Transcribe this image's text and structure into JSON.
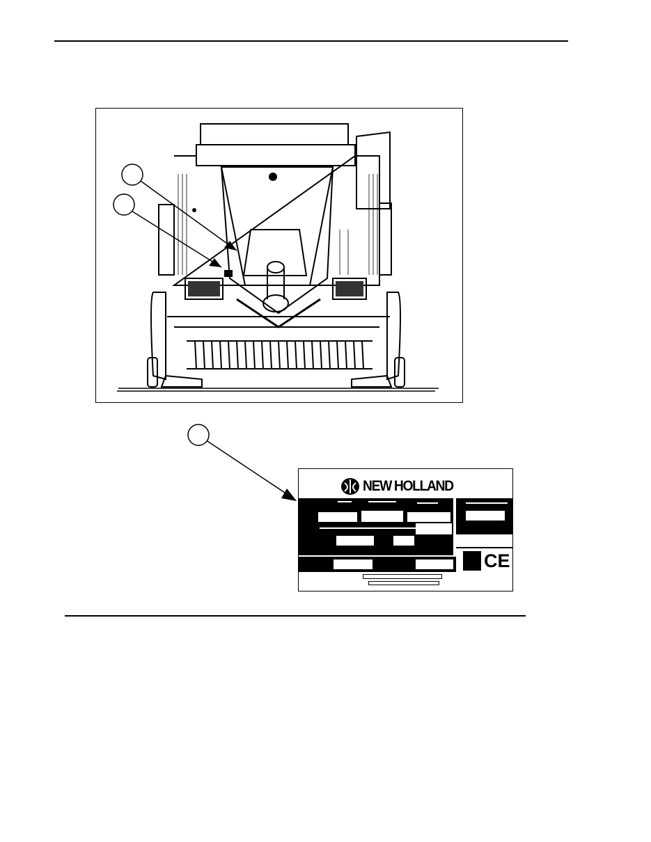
{
  "document": {
    "type": "operator manual page — identification plate location",
    "plate": {
      "brand_text": "NEW HOLLAND",
      "brand_icon": "new-holland-leaf-icon",
      "ce_mark": "CE"
    },
    "colors": {
      "ink": "#000000",
      "paper": "#ffffff"
    }
  }
}
